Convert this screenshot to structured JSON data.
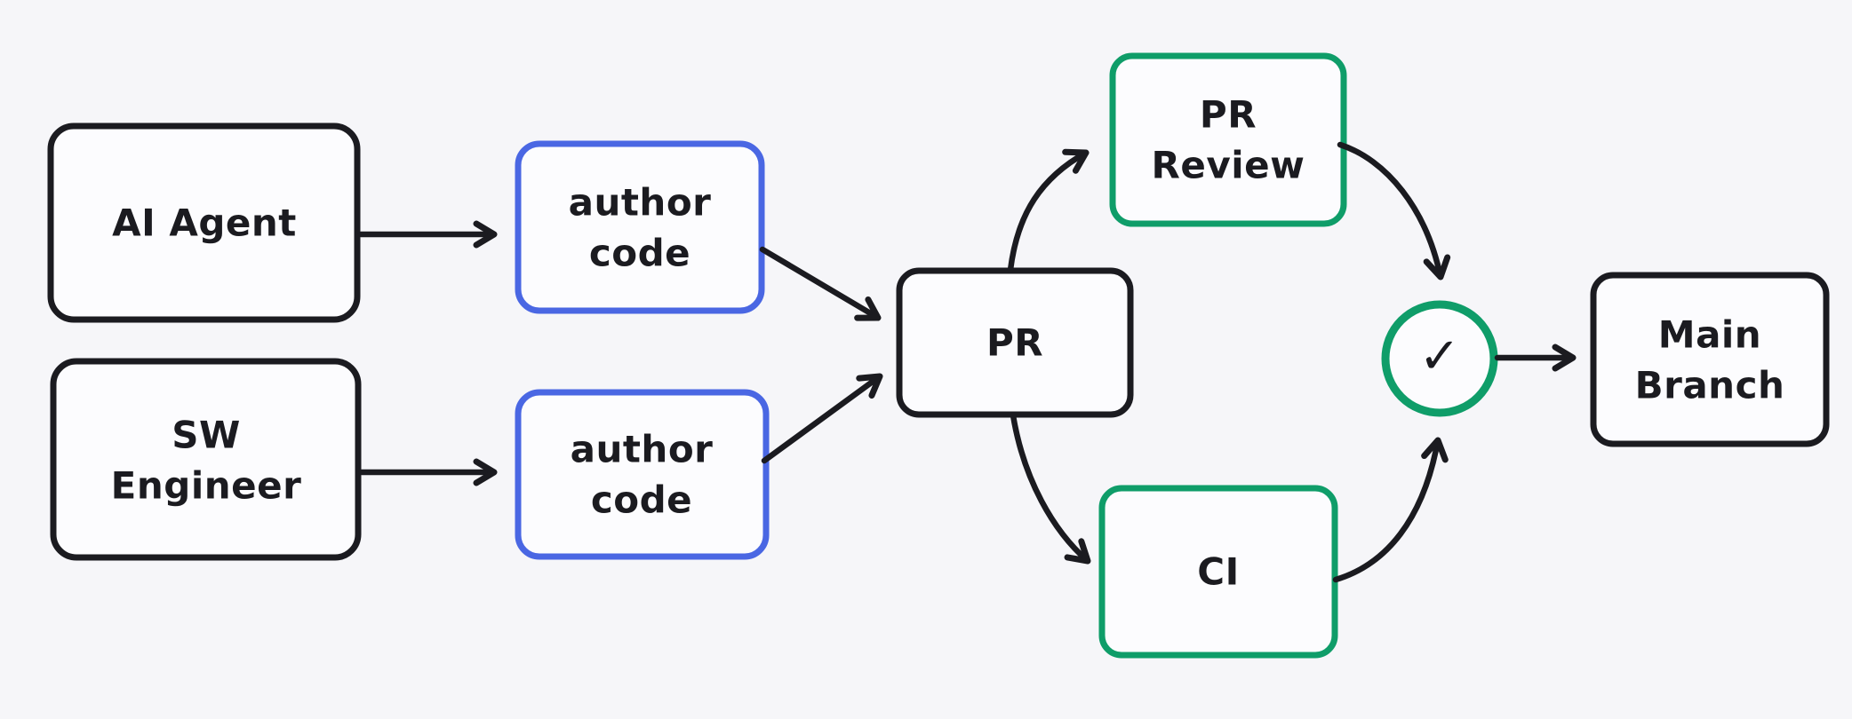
{
  "diagram": {
    "colors": {
      "page_background": "#f6f6f9",
      "node_fill": "#fcfcfe",
      "stroke_black": "#1b1b20",
      "accent_blue": "#4a67e3",
      "accent_green": "#0f9d69",
      "text": "#1b1b20"
    },
    "nodes": {
      "ai_agent": {
        "label": "AI Agent"
      },
      "sw_engineer": {
        "label": "SW\nEngineer"
      },
      "author_code_top": {
        "label": "author\ncode"
      },
      "author_code_bottom": {
        "label": "author\ncode"
      },
      "pr": {
        "label": "PR"
      },
      "pr_review": {
        "label": "PR\nReview"
      },
      "ci": {
        "label": "CI"
      },
      "main_branch": {
        "label": "Main\nBranch"
      }
    },
    "icons": {
      "checkmark": "✓"
    },
    "edges": [
      {
        "from": "ai_agent",
        "to": "author_code_top"
      },
      {
        "from": "sw_engineer",
        "to": "author_code_bottom"
      },
      {
        "from": "author_code_top",
        "to": "pr"
      },
      {
        "from": "author_code_bottom",
        "to": "pr"
      },
      {
        "from": "pr",
        "to": "pr_review"
      },
      {
        "from": "pr",
        "to": "ci"
      },
      {
        "from": "pr_review",
        "to": "approval_check"
      },
      {
        "from": "ci",
        "to": "approval_check"
      },
      {
        "from": "approval_check",
        "to": "main_branch"
      }
    ]
  }
}
